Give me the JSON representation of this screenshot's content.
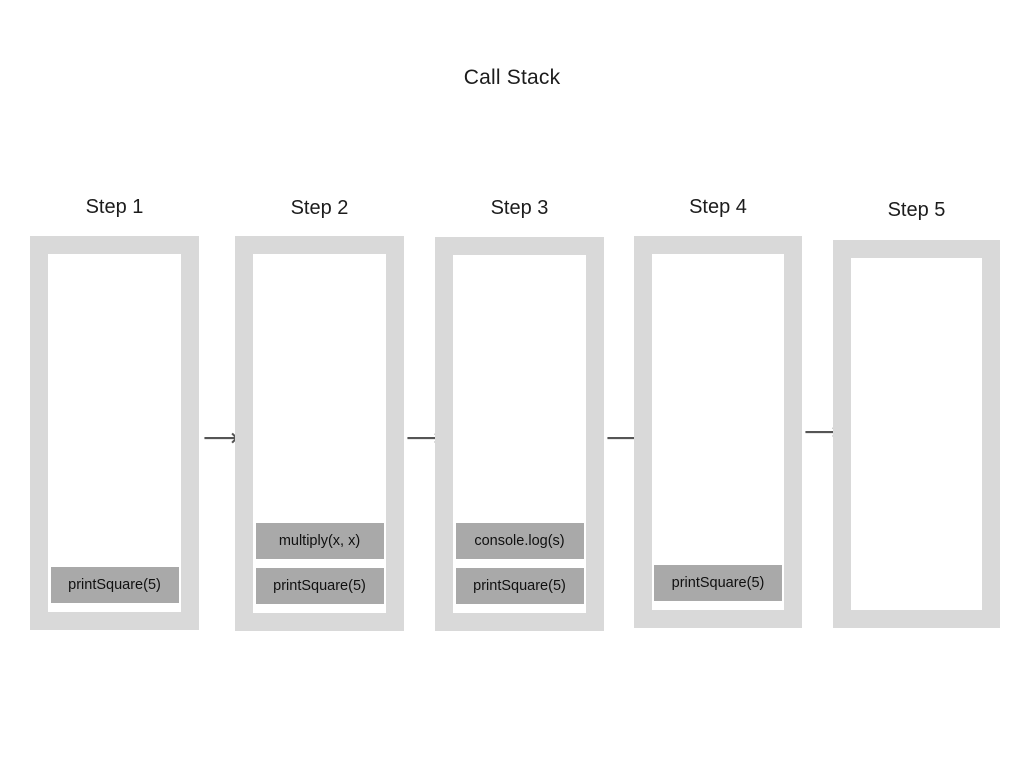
{
  "diagram": {
    "title": "Call Stack",
    "type": "call-stack-sequence",
    "background_color": "#ffffff",
    "container_color": "#d9d9d9",
    "frame_color": "#a9a9a9",
    "arrow_color": "#555555",
    "arrow_glyph": "⟶",
    "steps": [
      {
        "label": "Step 1",
        "frames": [
          "printSquare(5)"
        ]
      },
      {
        "label": "Step 2",
        "frames": [
          "multiply(x, x)",
          "printSquare(5)"
        ]
      },
      {
        "label": "Step 3",
        "frames": [
          "console.log(s)",
          "printSquare(5)"
        ]
      },
      {
        "label": "Step 4",
        "frames": [
          "printSquare(5)"
        ]
      },
      {
        "label": "Step 5",
        "frames": []
      }
    ],
    "arrows": [
      "⟶",
      "⟶",
      "⟶",
      "⟶"
    ]
  }
}
